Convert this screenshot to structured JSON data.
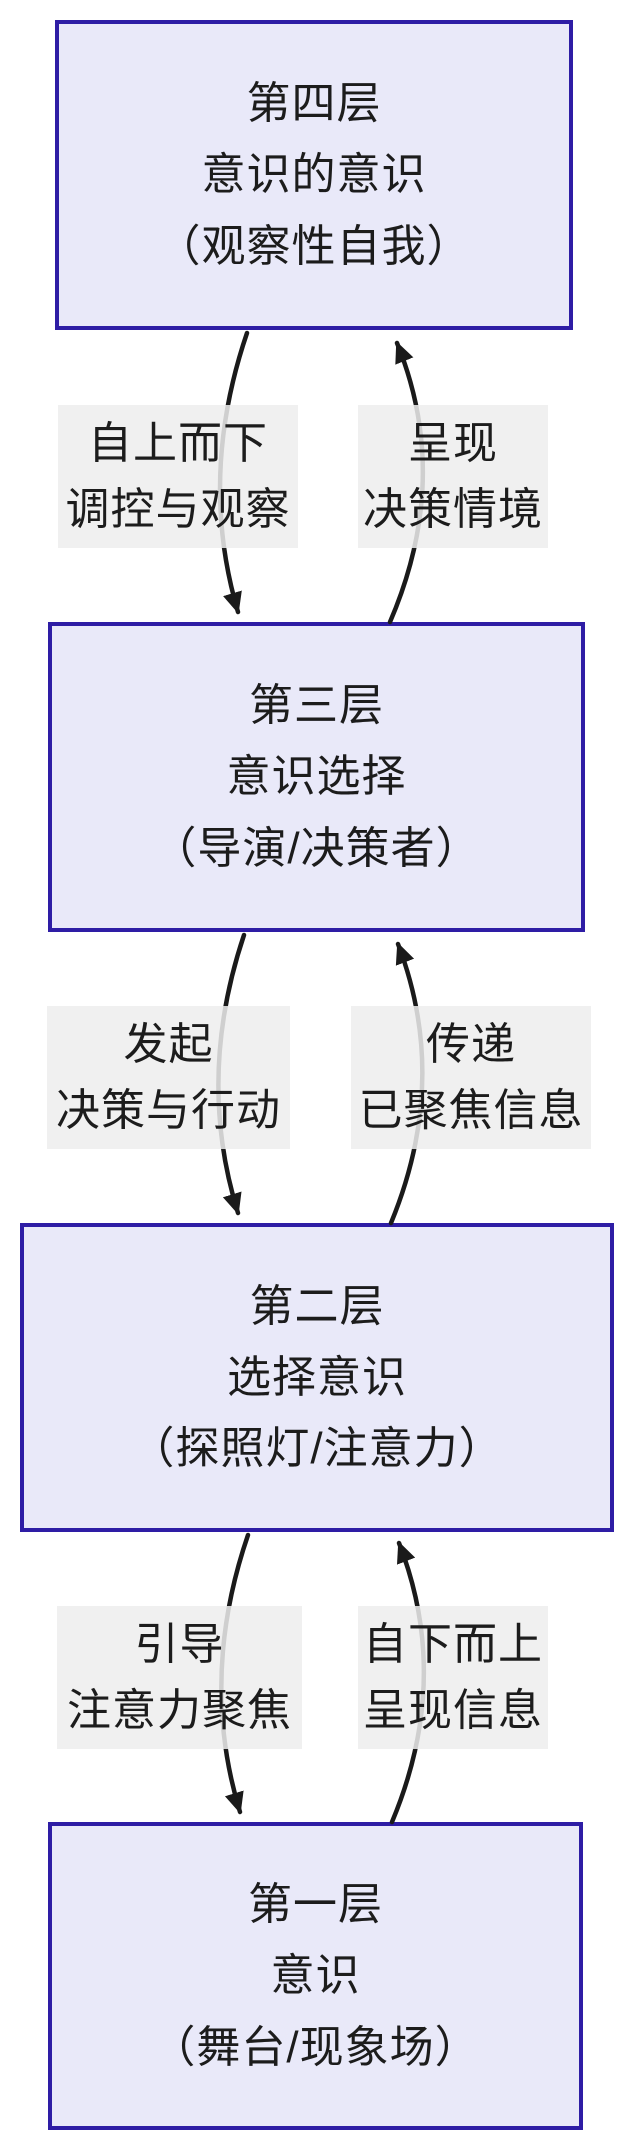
{
  "diagram": {
    "type": "flowchart-vertical-4-layer-consciousness",
    "colors": {
      "box_border": "#2e1da5",
      "box_fill": "#e9e9f9",
      "edge_label_bg": "#ededed",
      "arrow": "#1a1a1a",
      "text": "#1c1c1c",
      "background": "#ffffff"
    },
    "boxes": [
      {
        "id": "layer-4",
        "lines": [
          "第四层",
          "意识的意识",
          "（观察性自我）"
        ]
      },
      {
        "id": "layer-3",
        "lines": [
          "第三层",
          "意识选择",
          "（导演/决策者）"
        ]
      },
      {
        "id": "layer-2",
        "lines": [
          "第二层",
          "选择意识",
          "（探照灯/注意力）"
        ]
      },
      {
        "id": "layer-1",
        "lines": [
          "第一层",
          "意识",
          "（舞台/现象场）"
        ]
      }
    ],
    "edges": [
      {
        "from": "第四层",
        "to": "第三层",
        "direction": "down",
        "lines": [
          "自上而下",
          "调控与观察"
        ]
      },
      {
        "from": "第三层",
        "to": "第四层",
        "direction": "up",
        "lines": [
          "呈现",
          "决策情境"
        ]
      },
      {
        "from": "第三层",
        "to": "第二层",
        "direction": "down",
        "lines": [
          "发起",
          "决策与行动"
        ]
      },
      {
        "from": "第二层",
        "to": "第三层",
        "direction": "up",
        "lines": [
          "传递",
          "已聚焦信息"
        ]
      },
      {
        "from": "第二层",
        "to": "第一层",
        "direction": "down",
        "lines": [
          "引导",
          "注意力聚焦"
        ]
      },
      {
        "from": "第一层",
        "to": "第二层",
        "direction": "up",
        "lines": [
          "自下而上",
          "呈现信息"
        ]
      }
    ]
  }
}
